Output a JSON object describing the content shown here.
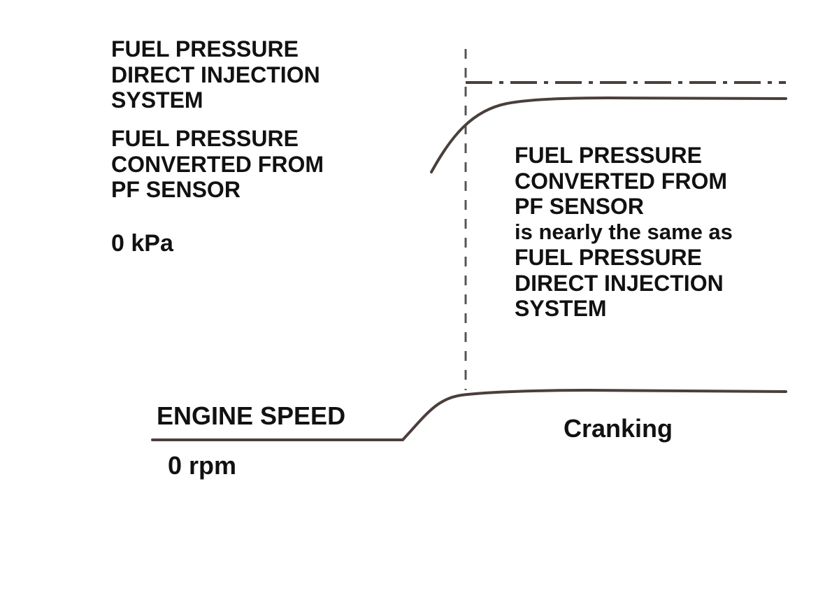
{
  "labels": {
    "direct_injection": [
      "FUEL PRESSURE",
      "DIRECT INJECTION",
      "SYSTEM"
    ],
    "pf_sensor": [
      "FUEL PRESSURE",
      "CONVERTED FROM",
      "PF SENSOR"
    ],
    "zero_kpa": "0 kPa",
    "engine_speed": "ENGINE SPEED",
    "zero_rpm": "0 rpm",
    "cranking": "Cranking"
  },
  "note": [
    "FUEL PRESSURE",
    "CONVERTED FROM",
    "PF SENSOR",
    "is nearly the same as",
    "FUEL PRESSURE",
    "DIRECT INJECTION",
    "SYSTEM"
  ],
  "colors": {
    "curve": "#4a3f3c",
    "divider": "#555555",
    "text": "#111111"
  }
}
